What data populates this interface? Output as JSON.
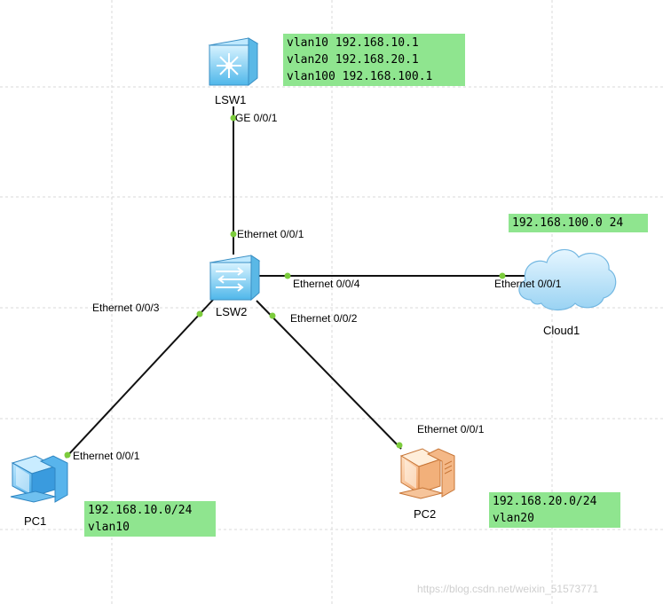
{
  "devices": {
    "lsw1": "LSW1",
    "lsw2": "LSW2",
    "cloud1": "Cloud1",
    "pc1": "PC1",
    "pc2": "PC2"
  },
  "ports": {
    "lsw1_ge": "GE 0/0/1",
    "lsw2_e1": "Ethernet 0/0/1",
    "lsw2_e4": "Ethernet 0/0/4",
    "cloud_e1": "Ethernet 0/0/1",
    "lsw2_e3": "Ethernet 0/0/3",
    "lsw2_e2": "Ethernet 0/0/2",
    "pc1_e1": "Ethernet 0/0/1",
    "pc2_e1": "Ethernet 0/0/1"
  },
  "notes": {
    "lsw1": [
      "vlan10 192.168.10.1",
      "vlan20 192.168.20.1",
      "vlan100 192.168.100.1"
    ],
    "cloud": [
      "192.168.100.0 24"
    ],
    "pc1": [
      "192.168.10.0/24",
      "vlan10"
    ],
    "pc2": [
      "192.168.20.0/24",
      "vlan20"
    ]
  },
  "watermark": "https://blog.csdn.net/weixin_51573771"
}
